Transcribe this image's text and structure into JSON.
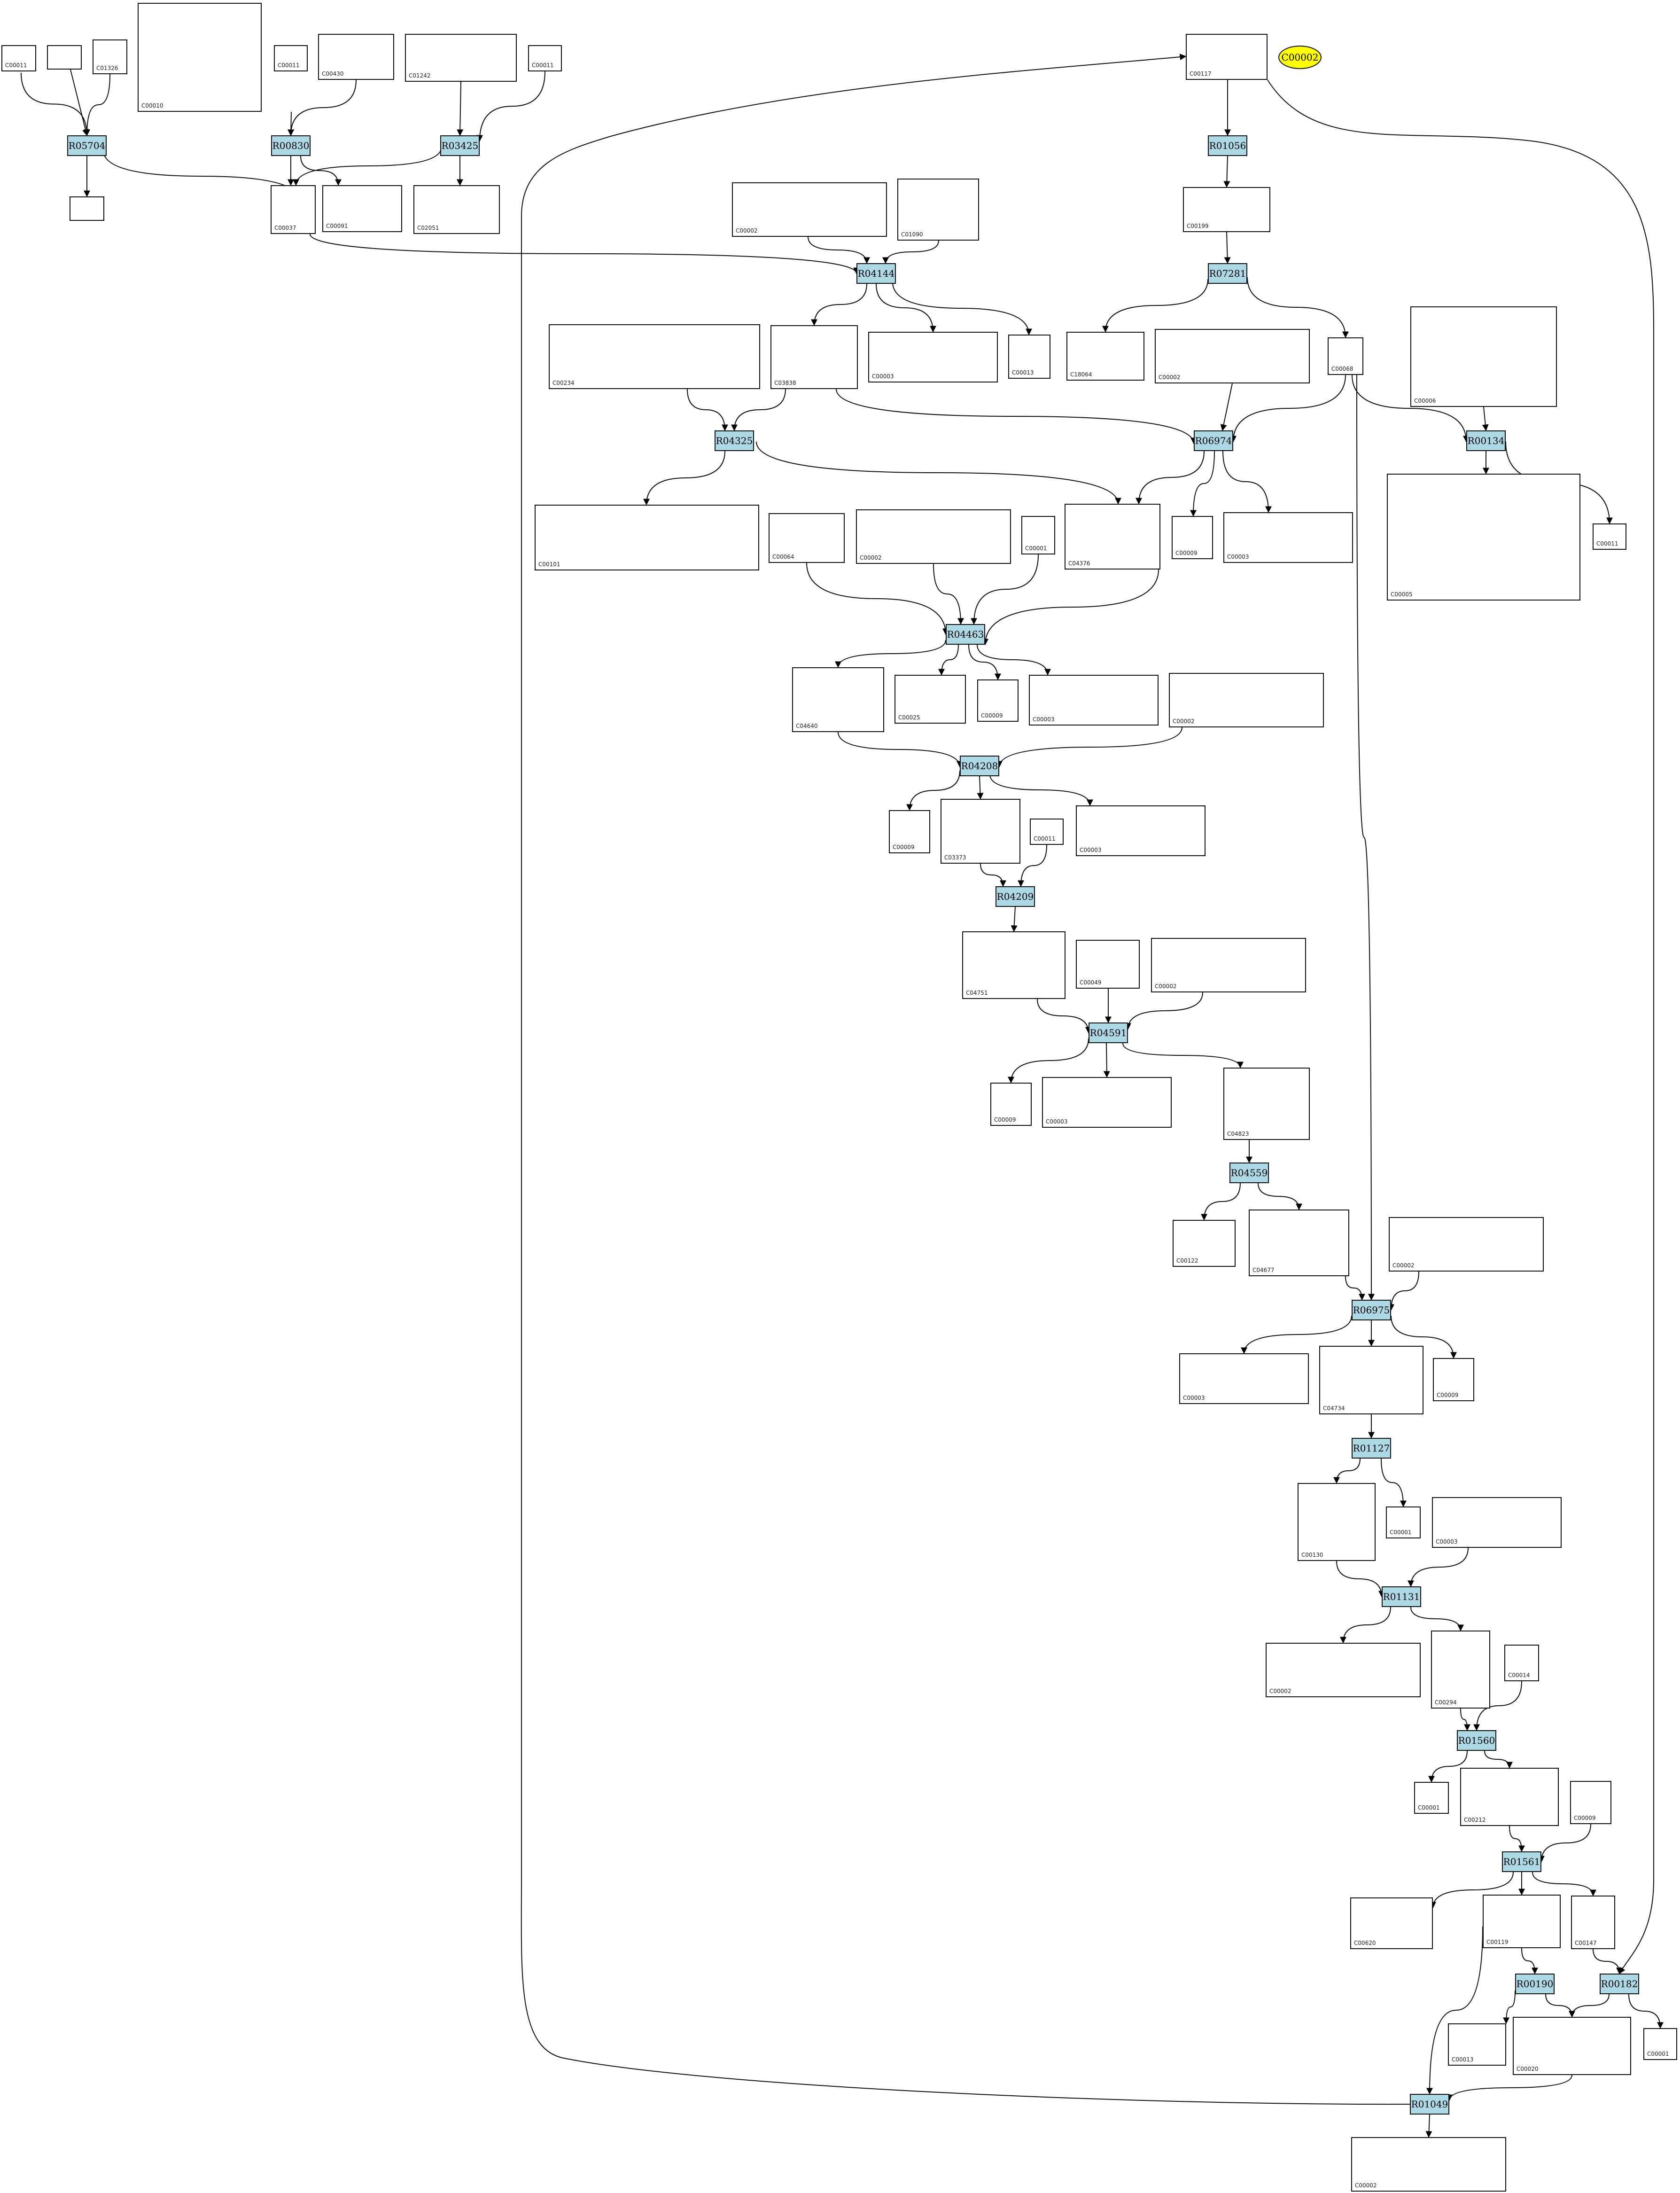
{
  "highlight": "C00002",
  "reactions": {
    "R05704": "R05704",
    "R00830": "R00830",
    "R03425": "R03425",
    "R01056": "R01056",
    "R04144": "R04144",
    "R07281": "R07281",
    "R04325": "R04325",
    "R06974": "R06974",
    "R00134": "R00134",
    "R04463": "R04463",
    "R04208": "R04208",
    "R04209": "R04209",
    "R04591": "R04591",
    "R04559": "R04559",
    "R06975": "R06975",
    "R01127": "R01127",
    "R01131": "R01131",
    "R01560": "R01560",
    "R01561": "R01561",
    "R00190": "R00190",
    "R00182": "R00182",
    "R01049": "R01049"
  },
  "compounds": {
    "c1": "C00011",
    "c2": "",
    "c3": "C01326",
    "c4": "C00010",
    "c5": "C00011",
    "c6": "C00430",
    "c7": "C01242",
    "c8": "C00011",
    "c9": "C00117",
    "c10": "",
    "c11": "C00037",
    "c12": "C00091",
    "c13": "C02051",
    "c14": "C00002",
    "c15": "C01090",
    "c16": "C00199",
    "c17": "C00234",
    "c18": "C03838",
    "c19": "C00003",
    "c20": "C00013",
    "c21": "C18064",
    "c22": "C00002",
    "c23": "C00068",
    "c24": "C00006",
    "c25": "C00101",
    "c26": "C00064",
    "c27": "C00002",
    "c28": "C00001",
    "c29": "C04376",
    "c30": "C00009",
    "c31": "C00003",
    "c32": "C00005",
    "c33": "C00011",
    "c34": "C04640",
    "c35": "C00025",
    "c36": "C00009",
    "c37": "C00003",
    "c38": "C00002",
    "c39": "C00009",
    "c40": "C03373",
    "c41": "C00003",
    "c42": "C00011",
    "c43": "C04751",
    "c44": "C00049",
    "c45": "C00002",
    "c46": "C00009",
    "c47": "C00003",
    "c48": "C04823",
    "c49": "C00122",
    "c50": "C04677",
    "c51": "C00002",
    "c52": "C00003",
    "c53": "C04734",
    "c54": "C00009",
    "c55": "C00130",
    "c56": "C00001",
    "c57": "C00003",
    "c58": "C00002",
    "c59": "C00294",
    "c60": "C00014",
    "c61": "C00001",
    "c62": "C00212",
    "c63": "C00009",
    "c64": "C00620",
    "c65": "C00119",
    "c66": "C00147",
    "c67": "C00013",
    "c68": "C00020",
    "c69": "C00001",
    "c70": "C00002"
  }
}
